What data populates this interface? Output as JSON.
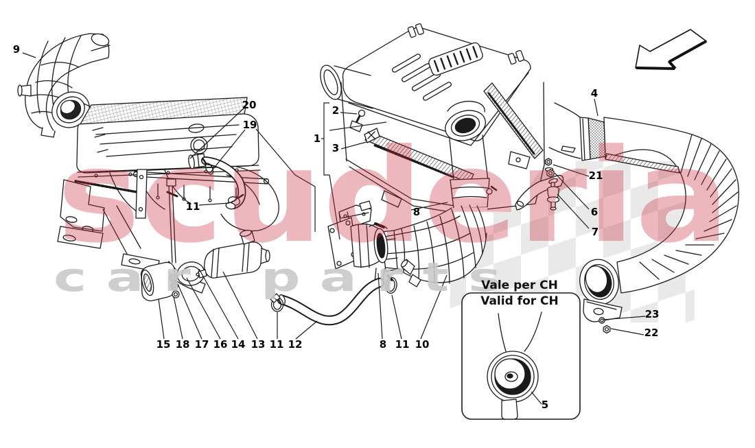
{
  "watermark": {
    "brand": "scuderia",
    "letters_left": "c a r",
    "letters_right": "p a r t s"
  },
  "note_ch": {
    "line1": "Vale per CH",
    "line2": "Valid for CH"
  },
  "callouts": {
    "c1": "1",
    "c2": "2",
    "c3": "3",
    "c4": "4",
    "c5": "5",
    "c6": "6",
    "c7": "7",
    "c8a": "8",
    "c8b": "8",
    "c9": "9",
    "c10": "10",
    "c11a": "11",
    "c11b": "11",
    "c11c": "11",
    "c12": "12",
    "c13": "13",
    "c14": "14",
    "c15": "15",
    "c16": "16",
    "c17": "17",
    "c18": "18",
    "c19": "19",
    "c20": "20",
    "c21": "21",
    "c22": "22",
    "c23": "23"
  },
  "colors": {
    "line": "#1a1a1a",
    "watermark_red": "#c62a3c",
    "watermark_gray": "#c9c9c9",
    "checker_gray": "#dcdcdc",
    "background": "#ffffff"
  }
}
